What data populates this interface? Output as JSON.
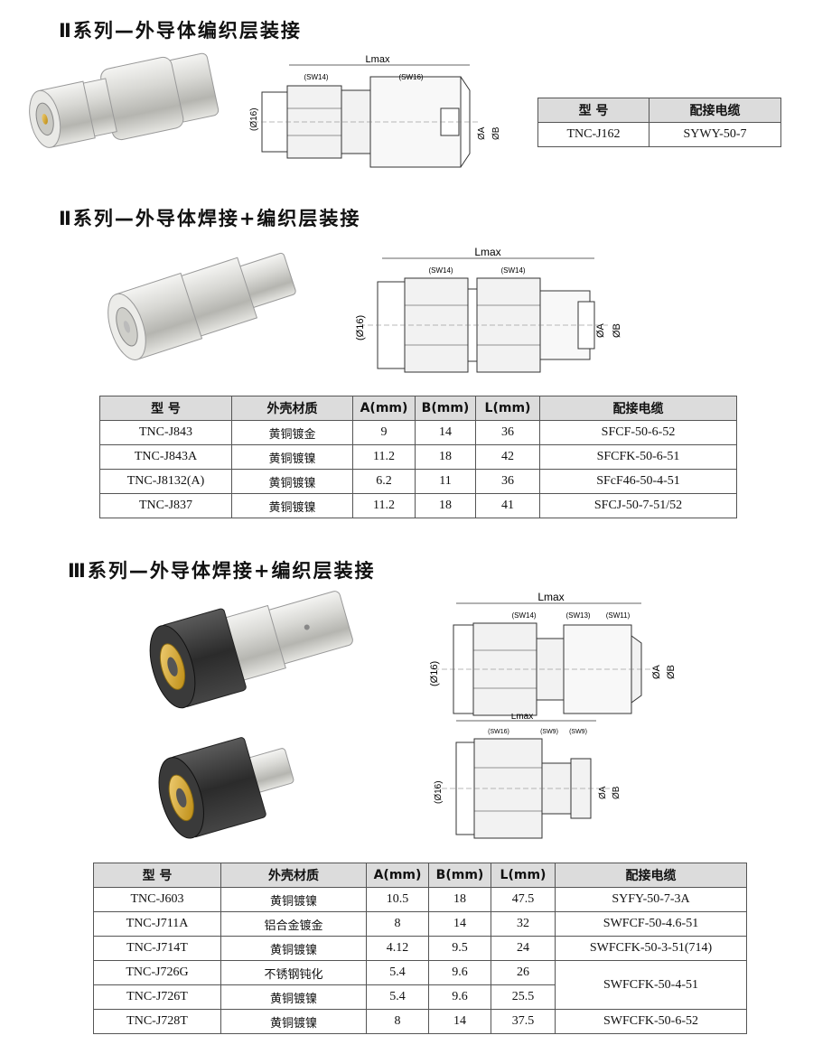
{
  "section1": {
    "title": "Ⅱ系列—外导体编织层装接",
    "drawing": {
      "lmax": "Lmax",
      "sw_a": "(SW14)",
      "sw_b": "(SW16)",
      "dia": "(Ø16)",
      "dia_a": "ØA",
      "dia_b": "ØB"
    },
    "table": {
      "headers": [
        "型 号",
        "配接电缆"
      ],
      "rows": [
        [
          "TNC-J162",
          "SYWY-50-7"
        ]
      ]
    }
  },
  "section2": {
    "title": "Ⅱ系列—外导体焊接+编织层装接",
    "drawing": {
      "lmax": "Lmax",
      "sw_a": "(SW14)",
      "sw_b": "(SW14)",
      "dia": "(Ø16)",
      "dia_a": "ØA",
      "dia_b": "ØB"
    },
    "table": {
      "headers": [
        "型 号",
        "外壳材质",
        "A(mm)",
        "B(mm)",
        "L(mm)",
        "配接电缆"
      ],
      "rows": [
        [
          "TNC-J843",
          "黄铜镀金",
          "9",
          "14",
          "36",
          "SFCF-50-6-52"
        ],
        [
          "TNC-J843A",
          "黄铜镀镍",
          "11.2",
          "18",
          "42",
          "SFCFK-50-6-51"
        ],
        [
          "TNC-J8132(A)",
          "黄铜镀镍",
          "6.2",
          "11",
          "36",
          "SFcF46-50-4-51"
        ],
        [
          "TNC-J837",
          "黄铜镀镍",
          "11.2",
          "18",
          "41",
          "SFCJ-50-7-51/52"
        ]
      ]
    }
  },
  "section3": {
    "title": "Ⅲ系列—外导体焊接+编织层装接",
    "drawing_top": {
      "lmax": "Lmax",
      "sw_a": "(SW14)",
      "sw_b": "(SW13)",
      "sw_c": "(SW11)",
      "dia": "(Ø16)",
      "dia_a": "ØA",
      "dia_b": "ØB"
    },
    "drawing_bottom": {
      "lmax": "Lmax",
      "sw_a": "(SW16)",
      "sw_b": "(SW9)",
      "sw_c": "(SW9)",
      "dia": "(Ø16)",
      "dia_a": "ØA",
      "dia_b": "ØB"
    },
    "table": {
      "headers": [
        "型 号",
        "外壳材质",
        "A(mm)",
        "B(mm)",
        "L(mm)",
        "配接电缆"
      ],
      "rows": [
        [
          "TNC-J603",
          "黄铜镀镍",
          "10.5",
          "18",
          "47.5",
          "SYFY-50-7-3A"
        ],
        [
          "TNC-J711A",
          "铝合金镀金",
          "8",
          "14",
          "32",
          "SWFCF-50-4.6-51"
        ],
        [
          "TNC-J714T",
          "黄铜镀镍",
          "4.12",
          "9.5",
          "24",
          "SWFCFK-50-3-51(714)"
        ],
        [
          "TNC-J726G",
          "不锈钢钝化",
          "5.4",
          "9.6",
          "26",
          "SWFCFK-50-4-51"
        ],
        [
          "TNC-J726T",
          "黄铜镀镍",
          "5.4",
          "9.6",
          "25.5",
          ""
        ],
        [
          "TNC-J728T",
          "黄铜镀镍",
          "8",
          "14",
          "37.5",
          "SWFCFK-50-6-52"
        ]
      ]
    }
  }
}
